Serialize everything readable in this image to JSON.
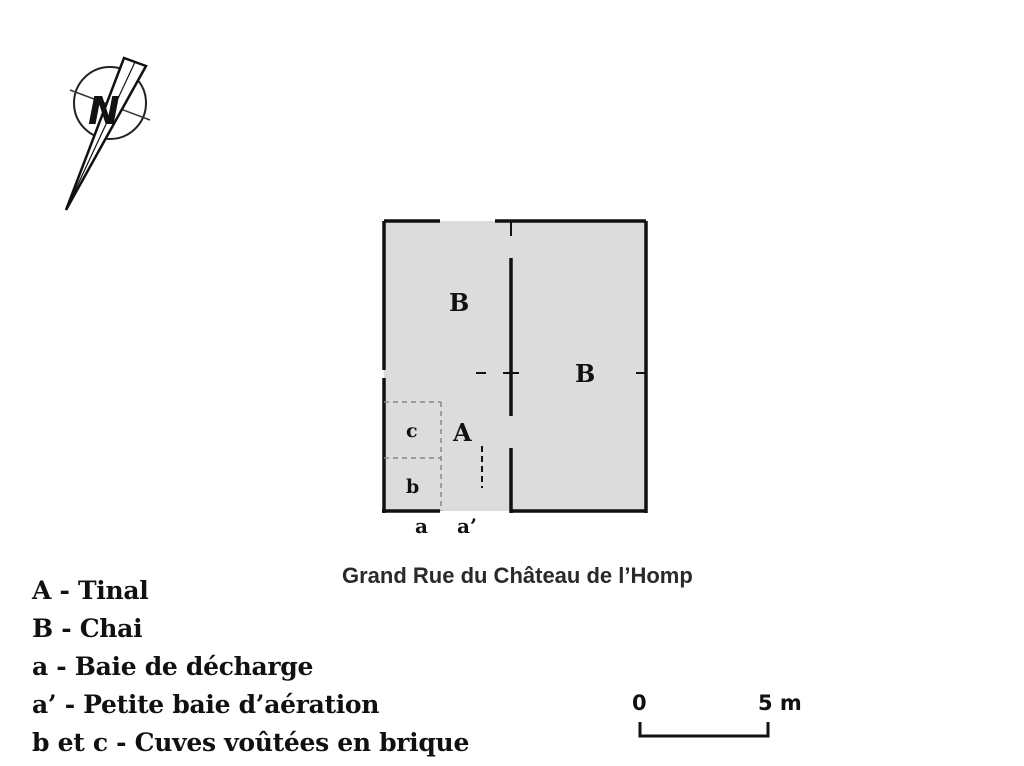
{
  "plan": {
    "rooms": {
      "B_top": "B",
      "B_right": "B",
      "A": "A",
      "c": "c",
      "b": "b"
    },
    "openings": {
      "a": "a",
      "a_prime": "a’"
    },
    "street": "Grand Rue du Château de l’Homp",
    "north": "N",
    "scale": {
      "start": "0",
      "end": "5 m"
    },
    "colors": {
      "room_fill": "#dcdcdc",
      "wall": "#111111"
    }
  },
  "legend": [
    {
      "text": "A - Tinal"
    },
    {
      "text": "B - Chai"
    },
    {
      "text": "a - Baie de décharge"
    },
    {
      "text": "a’ - Petite baie d’aération"
    },
    {
      "text": "b et c - Cuves voûtées en brique"
    }
  ]
}
